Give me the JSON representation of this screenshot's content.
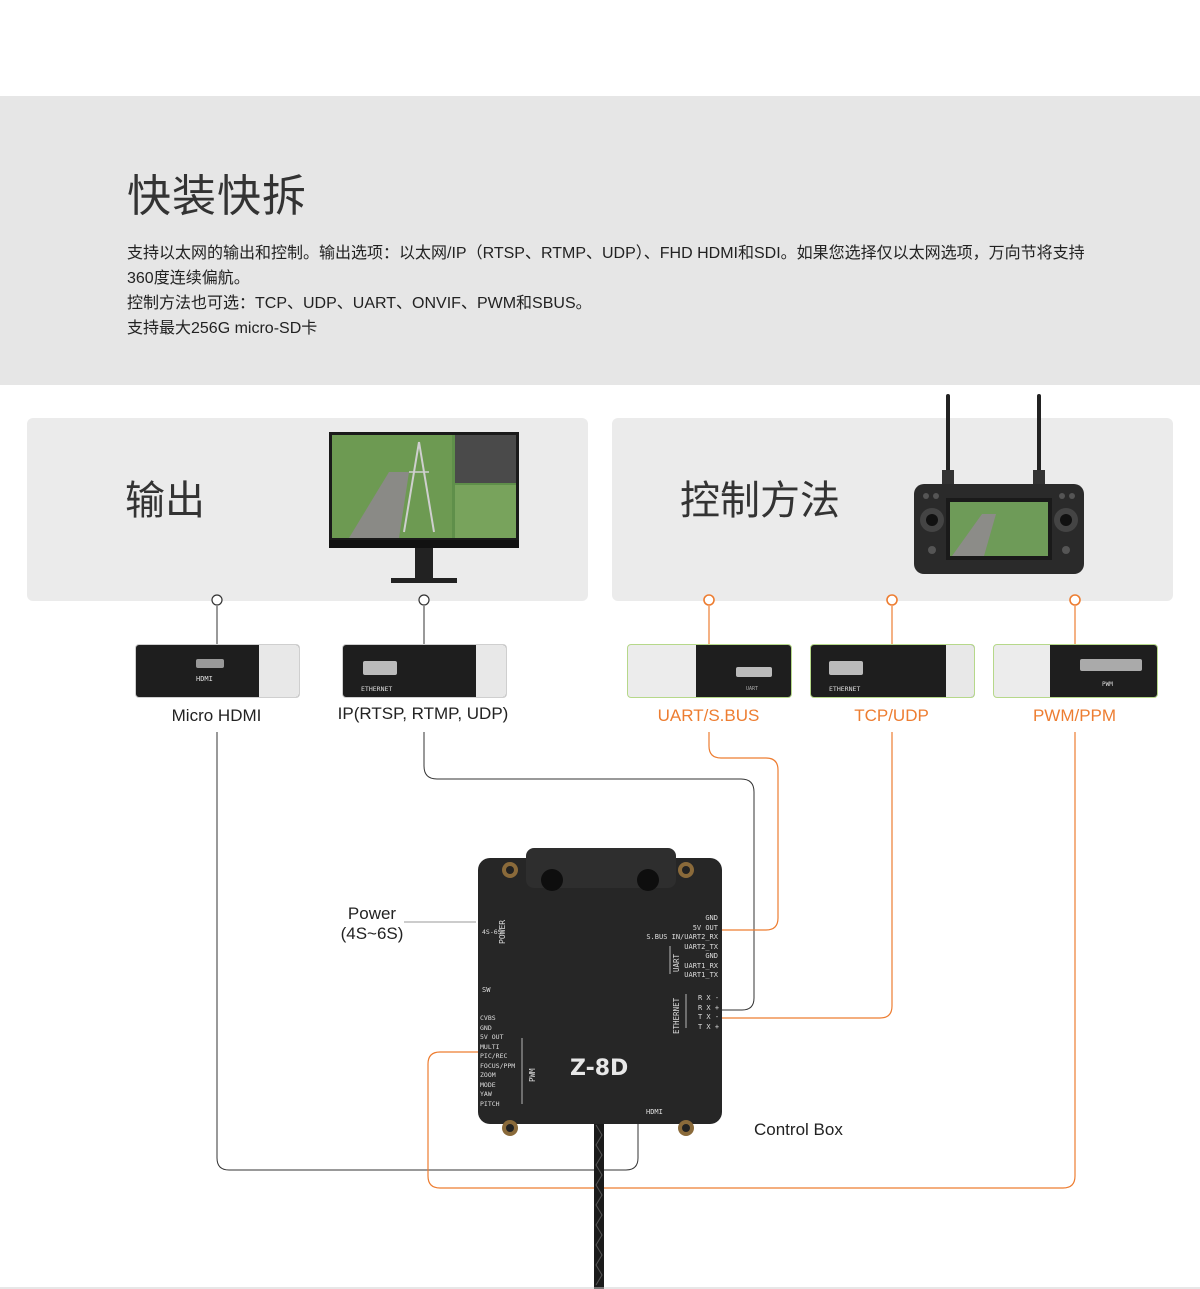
{
  "header": {
    "title": "快装快拆",
    "lines": [
      "支持以太网的输出和控制。输出选项：以太网/IP（RTSP、RTMP、UDP）、FHD  HDMI和SDI。如果您选择仅以太网选项，万向节将支持",
      "360度连续偏航。",
      "控制方法也可选：TCP、UDP、UART、ONVIF、PWM和SBUS。",
      "支持最大256G micro-SD卡"
    ]
  },
  "output_panel": {
    "title": "输出"
  },
  "control_panel": {
    "title": "控制方法"
  },
  "ports": {
    "hdmi": {
      "label": "Micro HDMI",
      "chip": "HDMI"
    },
    "ip": {
      "label": "IP(RTSP, RTMP, UDP)",
      "chip": "ETHERNET"
    },
    "uart": {
      "label": "UART/S.BUS",
      "chip": "UART"
    },
    "tcp": {
      "label": "TCP/UDP",
      "chip": "ETHERNET"
    },
    "pwm": {
      "label": "PWM/PPM",
      "chip": "PWM"
    }
  },
  "power_label": {
    "line1": "Power",
    "line2": "(4S~6S)"
  },
  "control_box_label": "Control Box",
  "device": {
    "model": "Z-8D",
    "power_text": "POWER",
    "power_voltage": "4S-6S",
    "sw": "SW",
    "hdmi": "HDMI",
    "uart_title": "UART",
    "ethernet_title": "ETHERNET",
    "pwm_title": "PWM",
    "uart_pins": [
      "GND",
      "5V OUT",
      "S.BUS IN/UART2_RX",
      "UART2_TX",
      "GND",
      "UART1_RX",
      "UART1_TX"
    ],
    "ethernet_pins": [
      "R X -",
      "R X +",
      "T X -",
      "T X +"
    ],
    "pwm_pins": [
      "CVBS",
      "GND",
      "5V OUT",
      "MULTI",
      "PIC/REC",
      "FOCUS/PPM",
      "ZOOM",
      "MODE",
      "YAW",
      "PITCH"
    ]
  },
  "colors": {
    "accent": "#ed7d31",
    "band": "#e6e6e6",
    "panel": "#ebebeb",
    "wire": "#333333"
  }
}
